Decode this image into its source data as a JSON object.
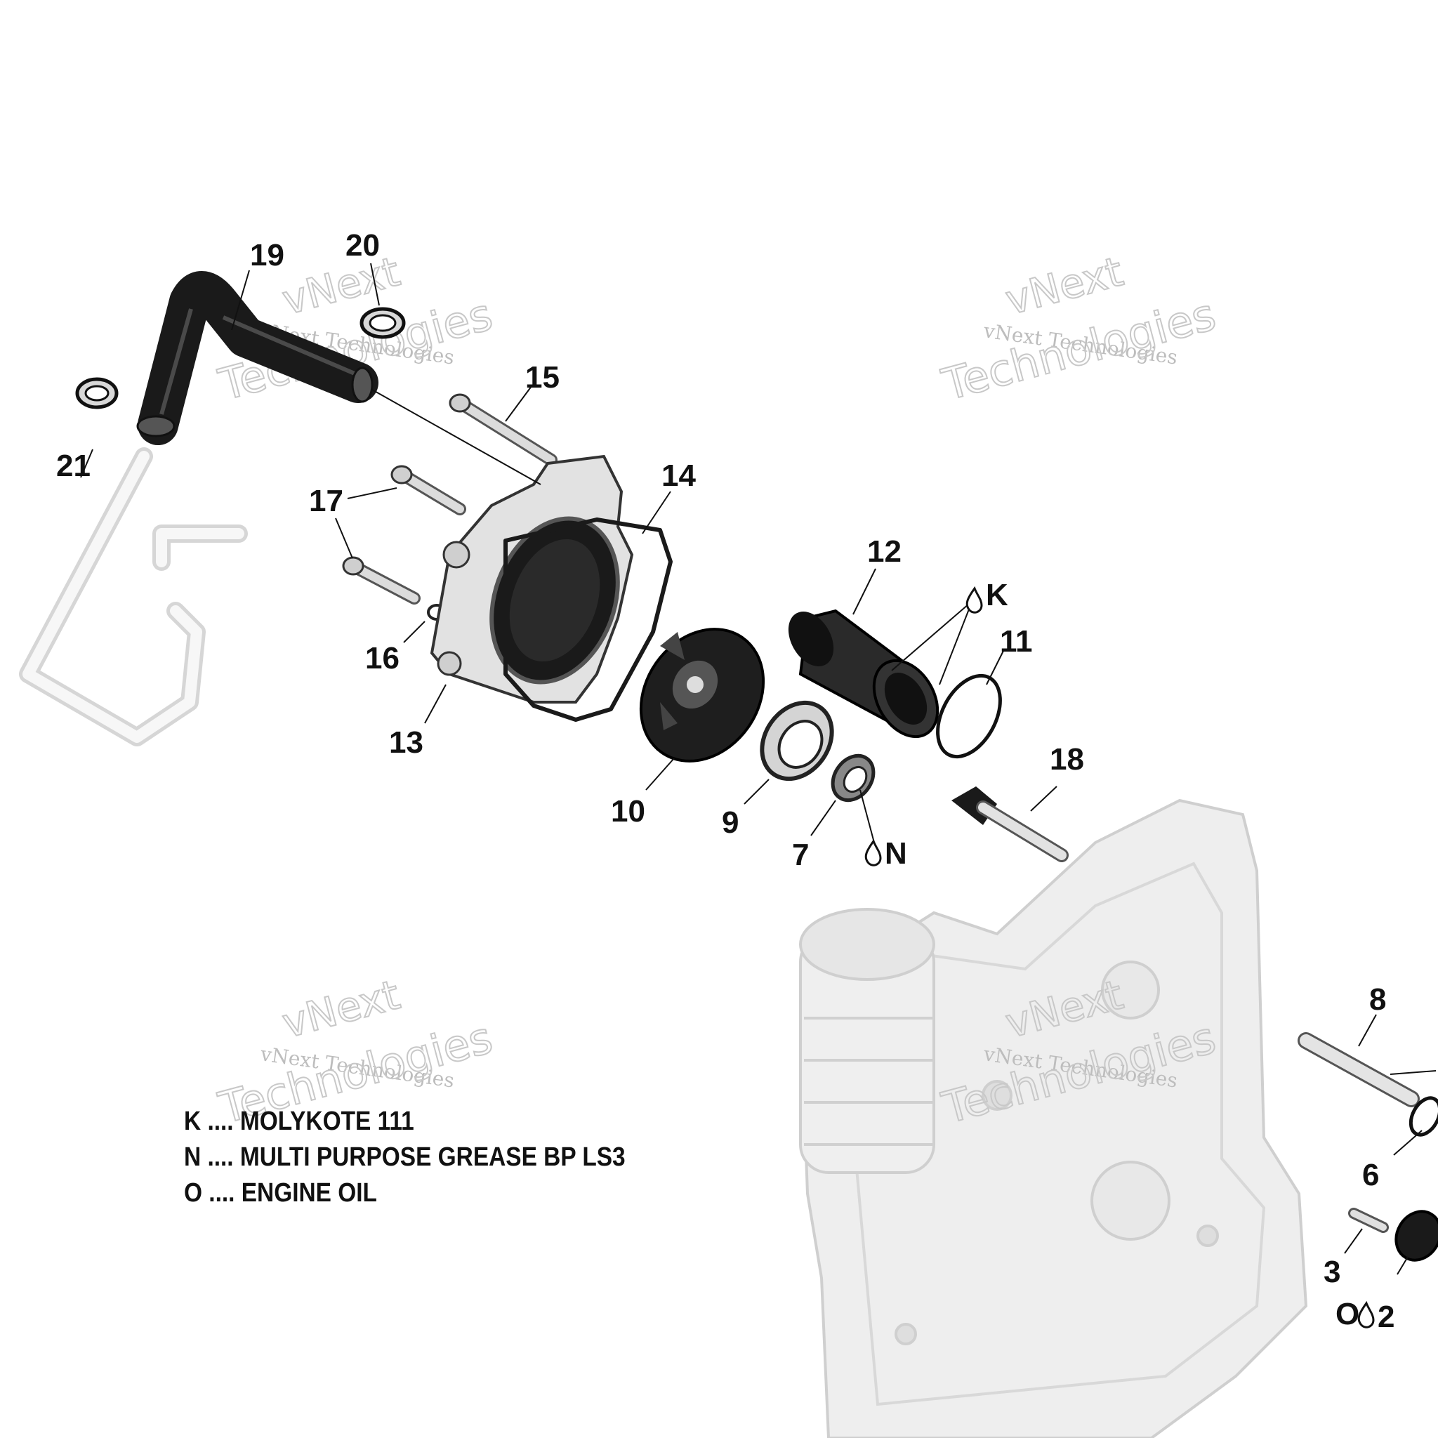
{
  "watermark": {
    "line1": "vNext",
    "line2": "vNext Technologies",
    "line3": "Technologies"
  },
  "callouts": {
    "c2": "2",
    "c3": "3",
    "c6": "6",
    "c7": "7",
    "c8": "8",
    "c9": "9",
    "c10": "10",
    "c11": "11",
    "c12": "12",
    "c13": "13",
    "c14": "14",
    "c15": "15",
    "c16": "16",
    "c17": "17",
    "c18": "18",
    "c19": "19",
    "c20": "20",
    "c21": "21"
  },
  "lube_marks": {
    "k": "K",
    "n": "N",
    "o": "O"
  },
  "legend": [
    {
      "text": "K .... MOLYKOTE 111"
    },
    {
      "text": "N .... MULTI PURPOSE GREASE BP LS3"
    },
    {
      "text": "O .... ENGINE OIL"
    }
  ],
  "colors": {
    "part_dark": "#1a1a1a",
    "part_mid": "#8a8a8a",
    "part_light": "#e4e4e4",
    "ghost": "#d9d9d9"
  }
}
